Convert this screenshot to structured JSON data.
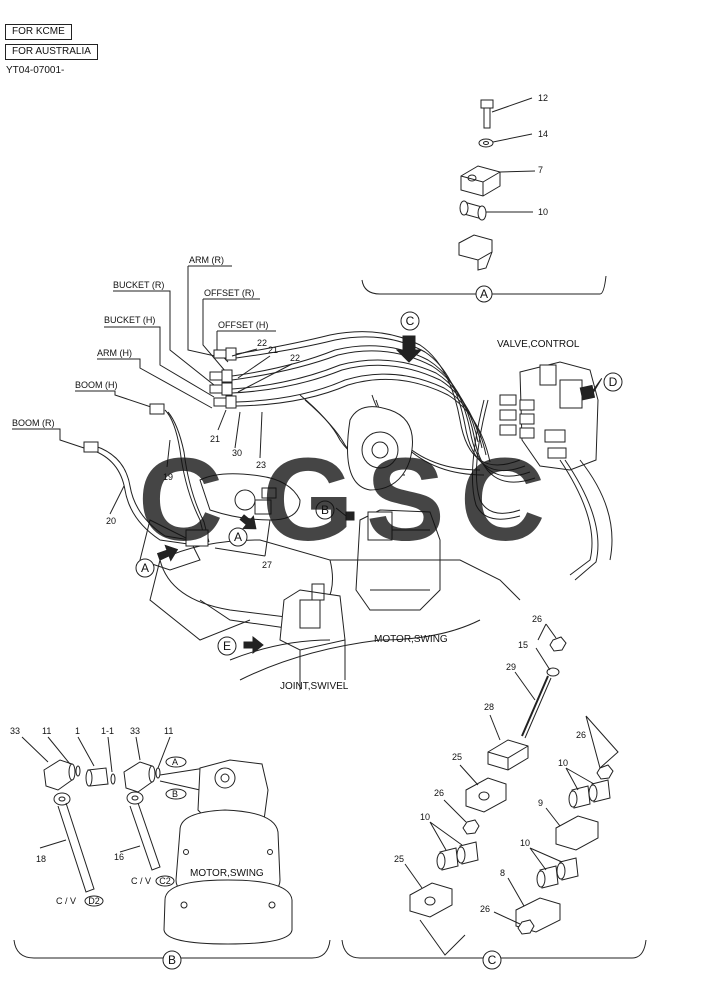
{
  "header": {
    "box1": "FOR KCME",
    "box2": "FOR AUSTRALIA",
    "serial": "YT04-07001-"
  },
  "hose_labels": {
    "arm_r": "ARM (R)",
    "bucket_r": "BUCKET (R)",
    "offset_r": "OFFSET (R)",
    "bucket_h": "BUCKET (H)",
    "offset_h": "OFFSET (H)",
    "arm_h": "ARM (H)",
    "boom_h": "BOOM (H)",
    "boom_r": "BOOM (R)"
  },
  "components": {
    "valve_control": "VALVE,CONTROL",
    "motor_swing": "MOTOR,SWING",
    "joint_swivel": "JOINT,SWIVEL",
    "motor_swing_b": "MOTOR,SWING",
    "cv_d2": "C / V",
    "cv_d2_tag": "D2",
    "cv_c2": "C / V",
    "cv_c2_tag": "C2"
  },
  "callouts": {
    "a": "A",
    "b": "B",
    "c": "C",
    "d": "D",
    "e": "E"
  },
  "detail_a_parts": [
    "12",
    "14",
    "7",
    "10"
  ],
  "main_parts": [
    "22",
    "21",
    "22",
    "21",
    "30",
    "23",
    "19",
    "20",
    "27"
  ],
  "detail_b_parts": [
    "33",
    "11",
    "1",
    "1-1",
    "33",
    "11",
    "18",
    "16"
  ],
  "detail_c_parts": [
    "26",
    "15",
    "29",
    "28",
    "25",
    "26",
    "26",
    "10",
    "9",
    "10",
    "10",
    "25",
    "8",
    "26"
  ],
  "watermark": {
    "letters": [
      "C",
      "G",
      "S",
      "C"
    ],
    "colors": [
      "#4a8ff0",
      "#ef6a5e",
      "#f6c844",
      "#3aa57a"
    ]
  }
}
